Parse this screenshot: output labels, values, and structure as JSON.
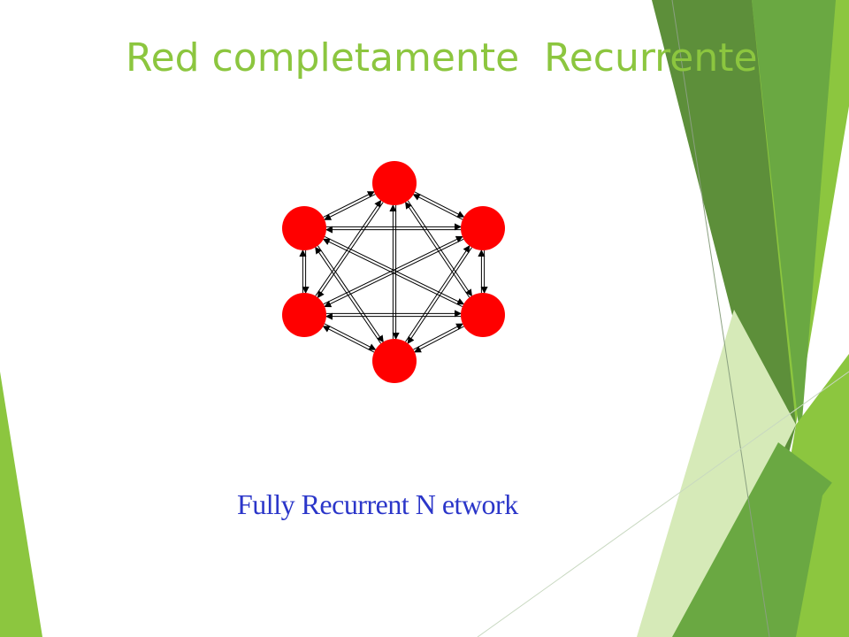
{
  "slide": {
    "title": "Red completamente  Recurrente",
    "caption": "Fully Recurrent N etwork"
  },
  "colors": {
    "title": "#8cc63f",
    "node": "#ff0000",
    "edge": "#000000",
    "caption": "#2b36c9",
    "green_light": "#8cc63f",
    "green_mid": "#6aa842",
    "green_dark": "#5d8f3a",
    "green_pale": "#d6eab8"
  },
  "diagram": {
    "nodes": [
      "n1",
      "n2",
      "n3",
      "n4",
      "n5",
      "n6"
    ]
  }
}
